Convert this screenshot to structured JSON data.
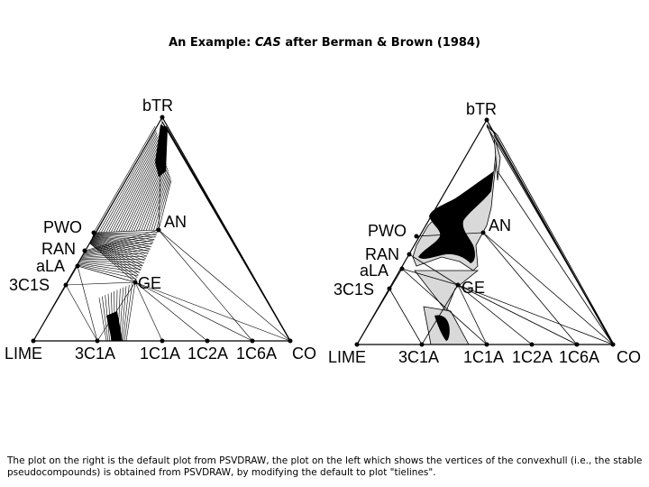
{
  "title": {
    "prefix": "An Example:",
    "italic": "CAS",
    "rest": "after Berman & Brown (1984)"
  },
  "left_plot": {
    "labels": {
      "btr": "bTR",
      "an": "AN",
      "pwo": "PWO",
      "ran": "RAN",
      "ala": "aLA",
      "c3c1s": "3C1S",
      "ge": "GE",
      "lime": "LIME",
      "c3c1a": "3C1A",
      "c1c1a": "1C1A",
      "c1c2a": "1C2A",
      "c1c6a": "1C6A",
      "co": "CO"
    }
  },
  "right_plot": {
    "labels": {
      "btr": "bTR",
      "an": "AN",
      "pwo": "PWO",
      "ran": "RAN",
      "ala": "aLA",
      "c3c1s": "3C1S",
      "ge": "GE",
      "lime": "LIME",
      "c3c1a": "3C1A",
      "c1c1a": "1C1A",
      "c1c2a": "1C2A",
      "c1c6a": "1C6A",
      "co": "CO"
    }
  },
  "caption": "The plot on the right is the default plot from PSVDRAW, the plot on the left which shows the vertices of the convexhull (i.e., the stable pseudocompounds) is obtained from PSVDRAW, by modifying the default to plot \"tielines\"."
}
